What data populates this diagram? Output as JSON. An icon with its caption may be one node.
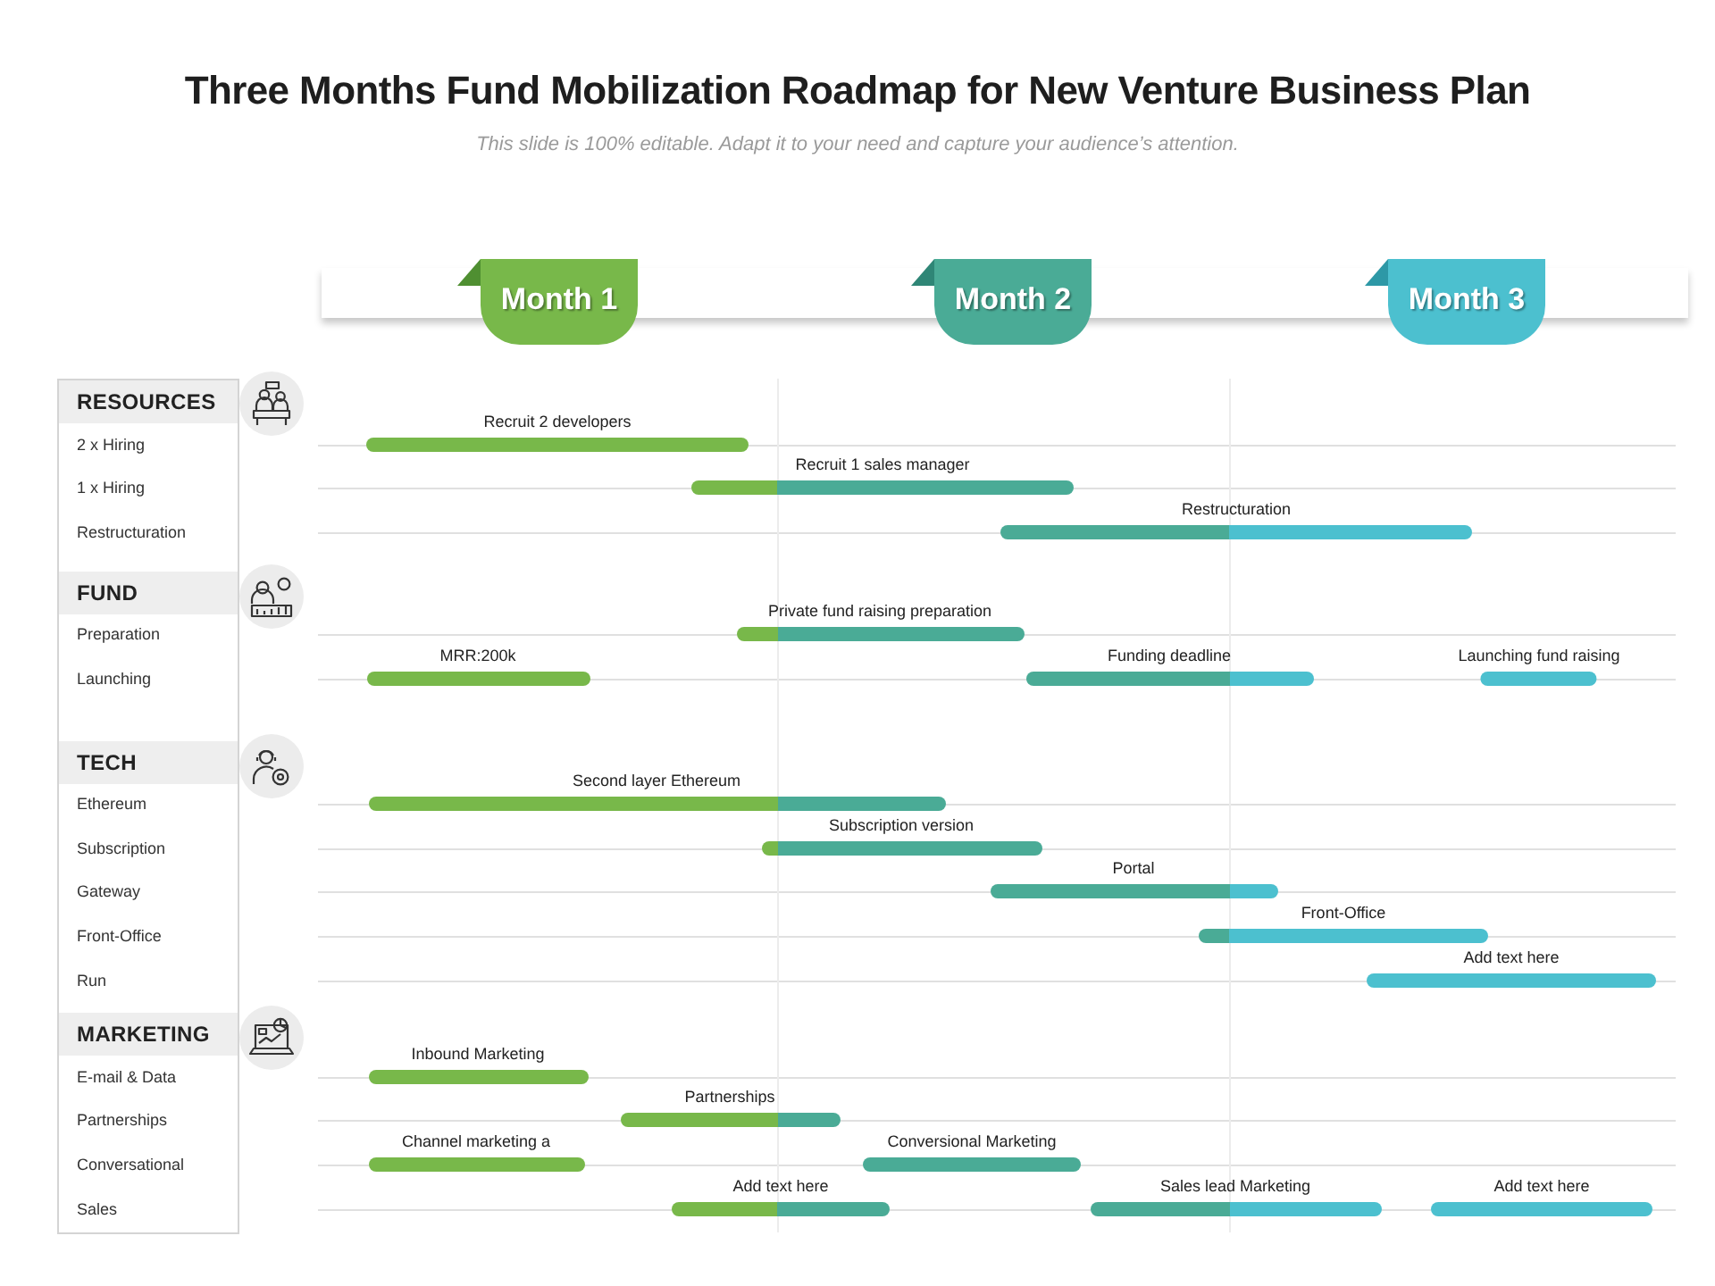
{
  "diagram": {
    "title": "Three Months Fund Mobilization Roadmap for New Venture Business Plan",
    "nodes": [
      {
        "text": [
          "Month 1"
        ]
      },
      {
        "text": [
          "Month 2"
        ]
      },
      {
        "text": [
          "Month 3"
        ]
      },
      {
        "text": [
          "2 x Hiring",
          "1 x Hiring",
          "Restructuration",
          "Preparation",
          "Launching",
          "Ethereum",
          "Subscription",
          "Gateway",
          "Front-Office",
          "Run",
          "E-mail & Data",
          "Partnerships",
          "Conversational",
          "Sales"
        ]
      },
      {
        "text": [
          "RESOURCES"
        ],
        "in": 3
      },
      {
        "text": [
          "FUND"
        ],
        "in": 3
      },
      {
        "text": [
          "TECH"
        ],
        "in": 3
      },
      {
        "text": [
          "MARKETING"
        ],
        "in": 3
      },
      {
        "text": [
          "Recruit 2 developers"
        ]
      },
      {
        "text": [
          "Recruit 1 sales manager"
        ]
      },
      {
        "text": [
          "Restructuration"
        ]
      },
      {
        "text": [
          "Private fund raising preparation"
        ]
      },
      {
        "text": [
          "MRR:200k"
        ]
      },
      {
        "text": [
          "Funding deadline"
        ]
      },
      {
        "text": [
          "Launching fund raising"
        ]
      },
      {
        "text": [
          "Second layer Ethereum"
        ]
      },
      {
        "text": [
          "Subscription version"
        ]
      },
      {
        "text": [
          "Portal"
        ]
      },
      {
        "text": [
          "Front-Office"
        ]
      },
      {
        "text": [
          "Add text here"
        ]
      },
      {
        "text": [
          "Inbound Marketing"
        ]
      },
      {
        "text": [
          "Partnerships"
        ]
      },
      {
        "text": [
          "Channel marketing a"
        ]
      },
      {
        "text": [
          "Conversional Marketing"
        ]
      },
      {
        "text": [
          "Add text here"
        ]
      },
      {
        "text": [
          "Sales lead Marketing"
        ]
      },
      {
        "text": [
          "Add text here"
        ]
      }
    ],
    "labels": [
      "This slide is 100% editable. Adapt it to your need and capture your audience’s attention."
    ]
  }
}
